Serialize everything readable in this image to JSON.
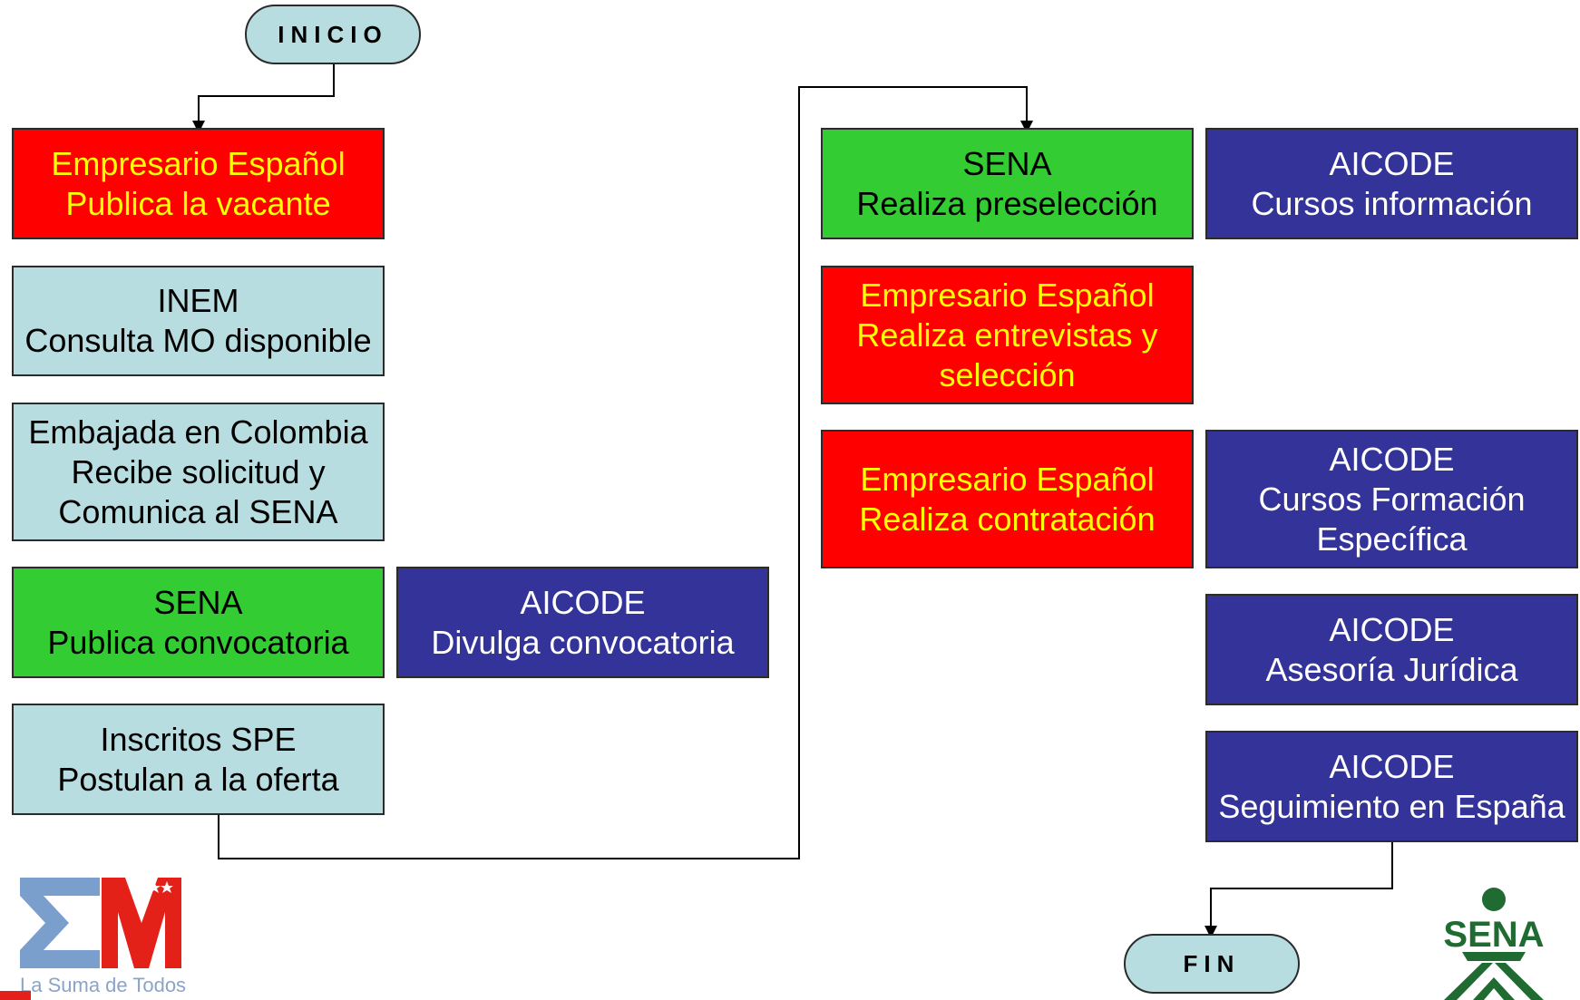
{
  "terminals": {
    "start": "INICIO",
    "end": "FIN"
  },
  "left_column": [
    {
      "id": "empresario-publica",
      "entity": "Empresario Español",
      "action": "Publica la vacante"
    },
    {
      "id": "inem",
      "entity": "INEM",
      "action": "Consulta MO disponible"
    },
    {
      "id": "embajada",
      "entity": "Embajada en Colombia",
      "action": "Recibe solicitud y",
      "action2": "Comunica al SENA"
    },
    {
      "id": "sena-publica",
      "entity": "SENA",
      "action": "Publica convocatoria"
    },
    {
      "id": "aicode-divulga",
      "entity": "AICODE",
      "action": "Divulga convocatoria"
    },
    {
      "id": "inscritos",
      "entity": "Inscritos SPE",
      "action": "Postulan a la oferta"
    }
  ],
  "right_column": [
    {
      "id": "sena-preseleccion",
      "entity": "SENA",
      "action": "Realiza preselección"
    },
    {
      "id": "aicode-cursos-info",
      "entity": "AICODE",
      "action": "Cursos información"
    },
    {
      "id": "empresario-entrevistas",
      "entity": "Empresario Español",
      "action": "Realiza entrevistas y",
      "action2": "selección"
    },
    {
      "id": "empresario-contratacion",
      "entity": "Empresario Español",
      "action": "Realiza contratación"
    },
    {
      "id": "aicode-formacion",
      "entity": "AICODE",
      "action": "Cursos Formación",
      "action2": "Específica"
    },
    {
      "id": "aicode-juridica",
      "entity": "AICODE",
      "action": "Asesoría Jurídica"
    },
    {
      "id": "aicode-seguimiento",
      "entity": "AICODE",
      "action": "Seguimiento en España"
    }
  ],
  "logos": {
    "em_tagline": "La Suma de Todos",
    "sena_text": "SENA"
  },
  "colors": {
    "empresario_fill": "#ff0000",
    "empresario_text": "#ffff00",
    "institution_fill": "#b8dde0",
    "sena_fill": "#33cc33",
    "aicode_fill": "#333399",
    "sena_logo": "#1f6b31",
    "em_logo": "#e32119"
  }
}
